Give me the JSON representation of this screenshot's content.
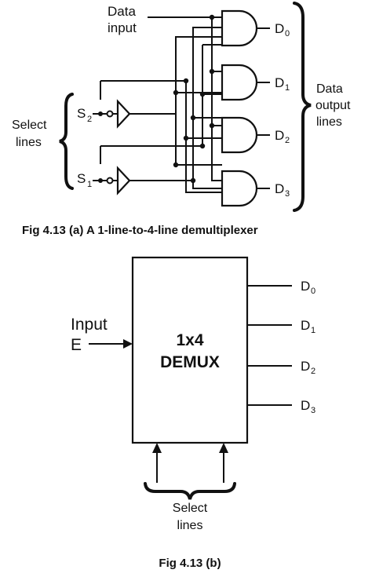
{
  "figure_a": {
    "data_input": [
      "Data",
      "input"
    ],
    "select_lines": [
      "Select",
      "lines"
    ],
    "data_output_lines": [
      "Data",
      "output",
      "lines"
    ],
    "select_inputs": [
      {
        "letter": "S",
        "sub": "2"
      },
      {
        "letter": "S",
        "sub": "1"
      }
    ],
    "outputs": [
      {
        "letter": "D",
        "sub": "0"
      },
      {
        "letter": "D",
        "sub": "1"
      },
      {
        "letter": "D",
        "sub": "2"
      },
      {
        "letter": "D",
        "sub": "3"
      }
    ],
    "caption": "Fig 4.13 (a) A 1-line-to-4-line demultiplexer"
  },
  "figure_b": {
    "block_label": [
      "1x4",
      "DEMUX"
    ],
    "input_label": [
      "Input",
      "E"
    ],
    "outputs": [
      {
        "letter": "D",
        "sub": "0"
      },
      {
        "letter": "D",
        "sub": "1"
      },
      {
        "letter": "D",
        "sub": "2"
      },
      {
        "letter": "D",
        "sub": "3"
      }
    ],
    "select_lines": [
      "Select",
      "lines"
    ],
    "caption": "Fig 4.13 (b)"
  }
}
